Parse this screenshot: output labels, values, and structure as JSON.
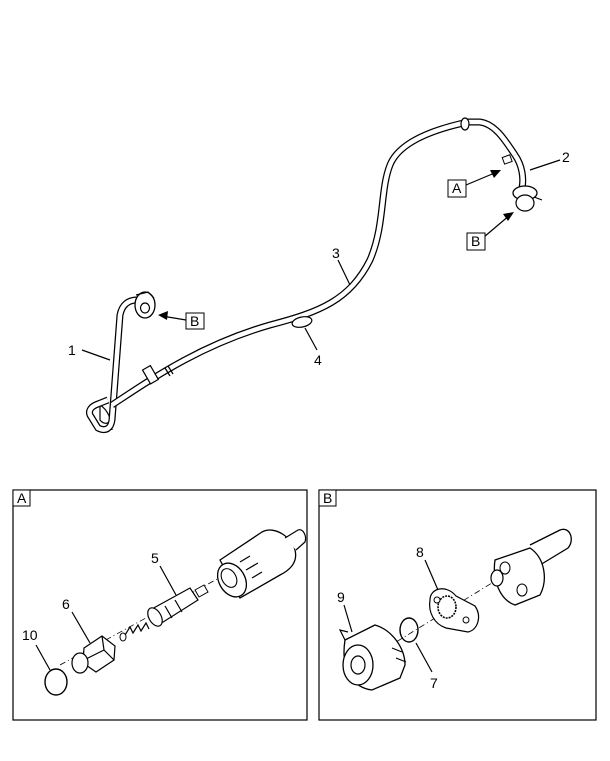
{
  "callouts": {
    "c1": "1",
    "c2": "2",
    "c3": "3",
    "c4": "4",
    "c5": "5",
    "c6": "6",
    "c7": "7",
    "c8": "8",
    "c9": "9",
    "c10": "10"
  },
  "refs": {
    "a_main": "A",
    "b_left": "B",
    "b_right": "B",
    "panel_a": "A",
    "panel_b": "B"
  }
}
